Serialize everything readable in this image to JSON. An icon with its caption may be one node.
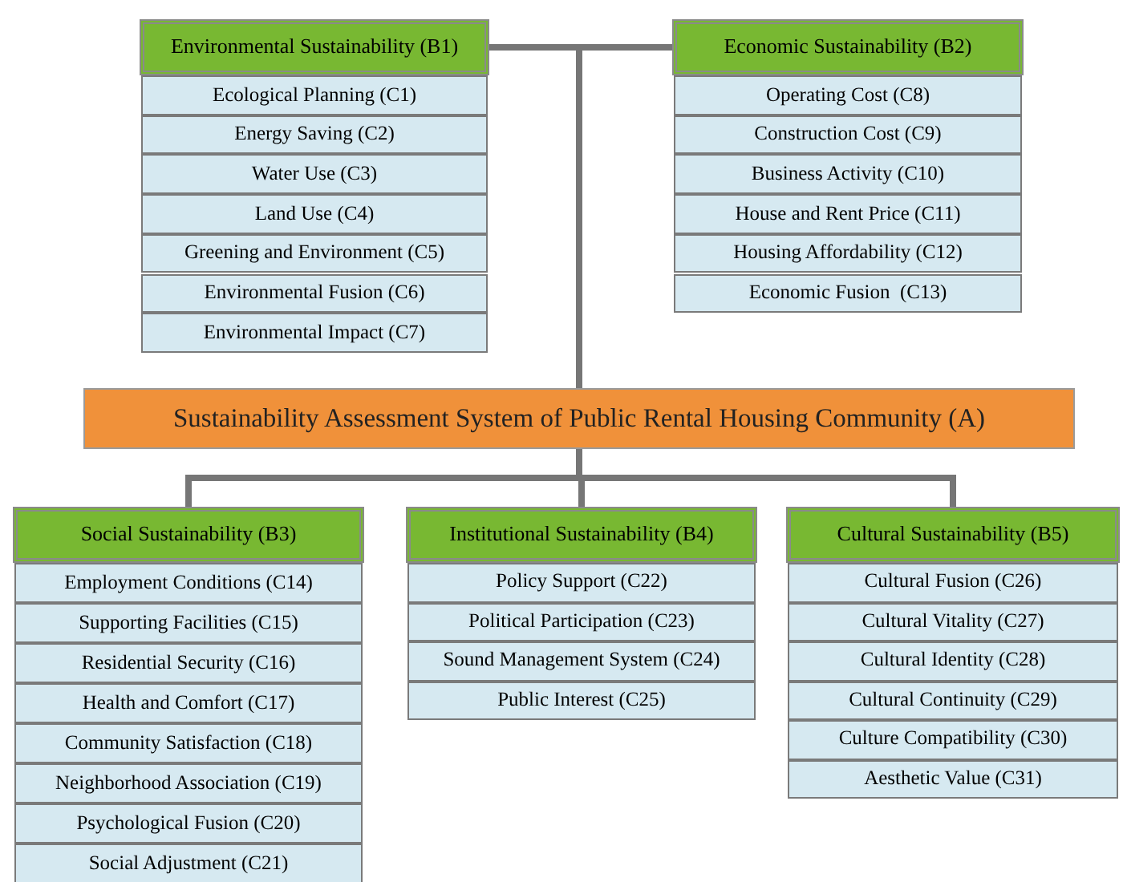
{
  "diagram": {
    "nodes": [
      {
        "text": [
          "Environmental Sustainability (B1)"
        ]
      },
      {
        "text": [
          "Ecological Planning (C1)"
        ]
      },
      {
        "text": [
          "Energy Saving (C2)"
        ]
      },
      {
        "text": [
          "Water Use (C3)"
        ]
      },
      {
        "text": [
          "Land Use (C4)"
        ]
      },
      {
        "text": [
          "Greening and Environment (C5)"
        ]
      },
      {
        "text": [
          "Environmental Fusion (C6)"
        ]
      },
      {
        "text": [
          "Environmental Impact (C7)"
        ]
      },
      {
        "text": [
          "Economic Sustainability (B2)"
        ]
      },
      {
        "text": [
          "Operating Cost (C8)"
        ]
      },
      {
        "text": [
          "Construction Cost (C9)"
        ]
      },
      {
        "text": [
          "Business Activity (C10)"
        ]
      },
      {
        "text": [
          "House and Rent Price (C11)"
        ]
      },
      {
        "text": [
          "Housing Affordability (C12)"
        ]
      },
      {
        "text": [
          "Economic Fusion  (C13)"
        ]
      },
      {
        "text": [
          "Sustainability Assessment System of Public Rental Housing Community (A)"
        ]
      },
      {
        "text": [
          "Social Sustainability (B3)"
        ]
      },
      {
        "text": [
          "Employment Conditions (C14)"
        ]
      },
      {
        "text": [
          "Supporting Facilities (C15)"
        ]
      },
      {
        "text": [
          "Residential Security (C16)"
        ]
      },
      {
        "text": [
          "Health and Comfort (C17)"
        ]
      },
      {
        "text": [
          "Community Satisfaction (C18)"
        ]
      },
      {
        "text": [
          "Neighborhood Association (C19)"
        ]
      },
      {
        "text": [
          "Psychological Fusion (C20)"
        ]
      },
      {
        "text": [
          "Social Adjustment (C21)"
        ]
      },
      {
        "text": [
          "Institutional Sustainability (B4)"
        ]
      },
      {
        "text": [
          "Policy Support (C22)"
        ]
      },
      {
        "text": [
          "Political Participation (C23)"
        ]
      },
      {
        "text": [
          "Sound Management System (C24)"
        ]
      },
      {
        "text": [
          "Public Interest (C25)"
        ]
      },
      {
        "text": [
          "Cultural Sustainability (B5)"
        ]
      },
      {
        "text": [
          "Cultural Fusion (C26)"
        ]
      },
      {
        "text": [
          "Cultural Vitality (C27)"
        ]
      },
      {
        "text": [
          "Cultural Identity (C28)"
        ]
      },
      {
        "text": [
          "Cultural Continuity (C29)"
        ]
      },
      {
        "text": [
          "Culture Compatibility (C30)"
        ]
      },
      {
        "text": [
          "Aesthetic Value (C31)"
        ]
      }
    ],
    "edges": [
      {
        "from": 15,
        "to": 0,
        "arrow": "none"
      },
      {
        "from": 15,
        "to": 8,
        "arrow": "none"
      },
      {
        "from": 15,
        "to": 16,
        "arrow": "none"
      },
      {
        "from": 15,
        "to": 25,
        "arrow": "none"
      },
      {
        "from": 15,
        "to": 30,
        "arrow": "none"
      }
    ]
  }
}
